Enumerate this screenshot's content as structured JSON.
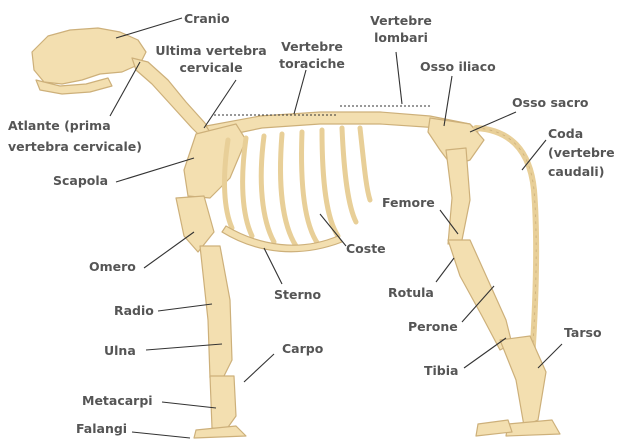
{
  "colors": {
    "bone": "#f3dfb0",
    "bone_stroke": "#cdb07a",
    "label_text": "#555555",
    "leader_line": "#333333"
  },
  "labels": {
    "cranio": "Cranio",
    "ultima_vertebra_cervicale": "Ultima vertebra cervicale",
    "vertebre_toraciche": "Vertebre toraciche",
    "vertebre_lombari": "Vertebre lombari",
    "osso_iliaco": "Osso iliaco",
    "osso_sacro": "Osso sacro",
    "atlante": "Atlante (prima vertebra cervicale)",
    "coda": "Coda (vertebre caudali)",
    "scapola": "Scapola",
    "femore": "Femore",
    "coste": "Coste",
    "omero": "Omero",
    "sterno": "Sterno",
    "rotula": "Rotula",
    "radio": "Radio",
    "perone": "Perone",
    "tarso": "Tarso",
    "carpo": "Carpo",
    "ulna": "Ulna",
    "tibia": "Tibia",
    "metacarpi": "Metacarpi",
    "falangi": "Falangi"
  }
}
